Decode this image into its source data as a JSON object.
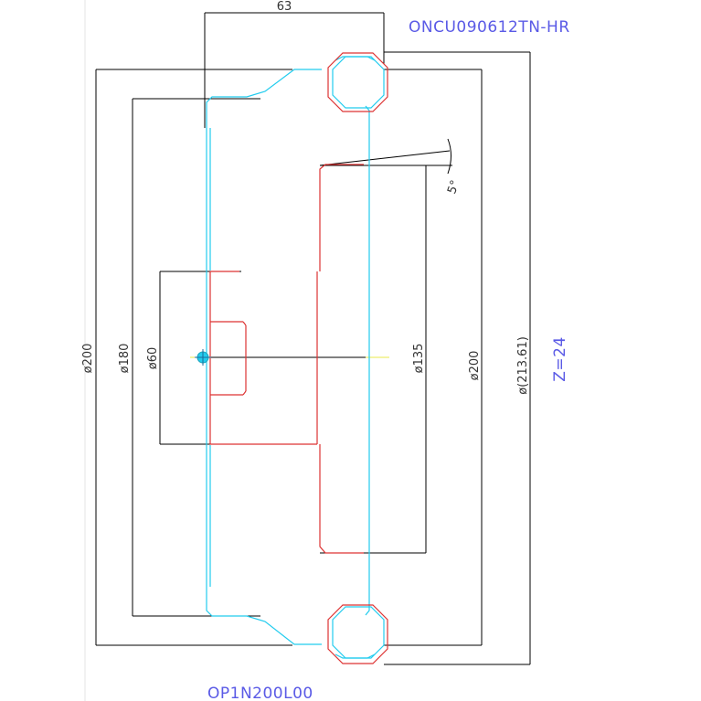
{
  "insert_designation": "ONCU090612TN-HR",
  "tool_designation": "OP1N200L00",
  "teeth_count_label": "Z=24",
  "dimensions": {
    "width_63": "63",
    "dia_200_left": "ø200",
    "dia_180": "ø180",
    "dia_60": "ø60",
    "dia_135": "ø135",
    "dia_200_right": "ø200",
    "dia_213": "ø(213.61)",
    "angle_5": "5°"
  },
  "colors": {
    "text_blue": "#5a5ae6",
    "cyan_profile": "#22ccee",
    "red_profile": "#dd3333",
    "dimension_lines": "#000000",
    "centerline_yellow": "#e8e84a"
  },
  "icons": {
    "insert": "octagon-insert-icon",
    "center": "center-mark-icon"
  }
}
